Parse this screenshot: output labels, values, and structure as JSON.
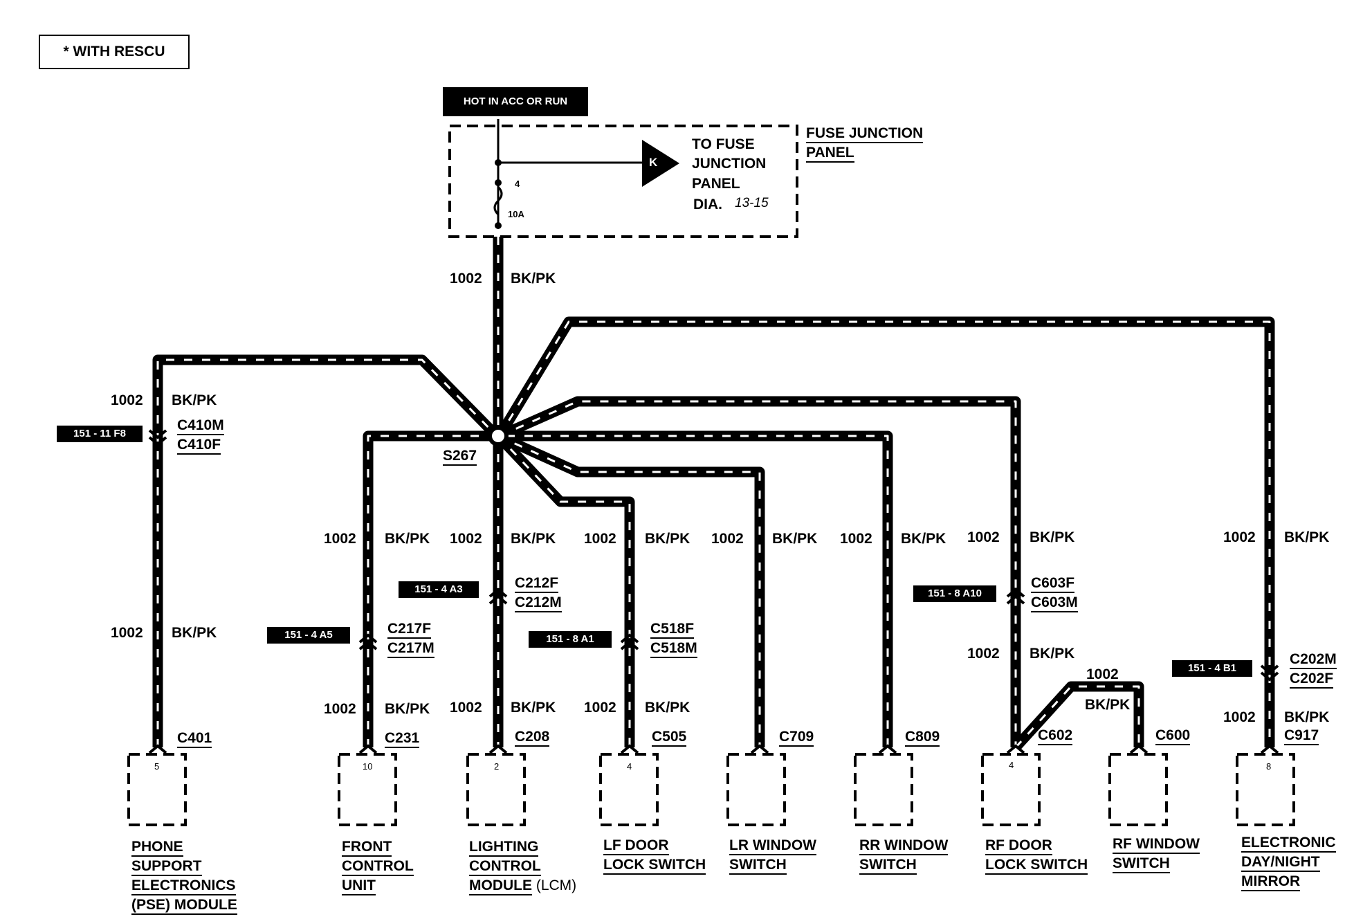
{
  "legend": "* WITH RESCU",
  "hot_label": "HOT IN ACC OR RUN",
  "fuse": {
    "number": "4",
    "rating": "10A"
  },
  "connector_k": "K",
  "to_fuse": {
    "line1": "TO FUSE",
    "line2": "JUNCTION",
    "line3": "PANEL",
    "dia": "DIA.",
    "dia_ref": "13-15"
  },
  "fuse_panel": {
    "line1": "FUSE JUNCTION",
    "line2": "PANEL"
  },
  "splice": "S267",
  "wire": {
    "circuit": "1002",
    "color": "BK/PK"
  },
  "connectors": {
    "c410m": "C410M",
    "c410f": "C410F",
    "c217f": "C217F",
    "c217m": "C217M",
    "c212f": "C212F",
    "c212m": "C212M",
    "c518f": "C518F",
    "c518m": "C518M",
    "c603f": "C603F",
    "c603m": "C603M",
    "c202m": "C202M",
    "c202f": "C202F",
    "c401": "C401",
    "c231": "C231",
    "c208": "C208",
    "c505": "C505",
    "c709": "C709",
    "c809": "C809",
    "c602": "C602",
    "c600": "C600",
    "c917": "C917"
  },
  "locators": {
    "l1": "151 - 11 F8",
    "l2": "151 - 4 A5",
    "l3": "151 - 4 A3",
    "l4": "151 - 8 A1",
    "l5": "151 - 8 A10",
    "l6": "151 - 4 B1"
  },
  "pins": {
    "pse": "5",
    "fcu": "10",
    "lcm": "2",
    "lf": "4",
    "rf": "4",
    "mirror": "8"
  },
  "components": {
    "pse": [
      "PHONE",
      "SUPPORT",
      "ELECTRONICS",
      "(PSE) MODULE"
    ],
    "fcu": [
      "FRONT",
      "CONTROL",
      "UNIT"
    ],
    "lcm": [
      "LIGHTING",
      "CONTROL",
      "MODULE"
    ],
    "lcm_suffix": "(LCM)",
    "lf": [
      "LF DOOR",
      "LOCK SWITCH"
    ],
    "lr": [
      "LR WINDOW",
      "SWITCH"
    ],
    "rr": [
      "RR WINDOW",
      "SWITCH"
    ],
    "rf": [
      "RF DOOR",
      "LOCK SWITCH"
    ],
    "rfw": [
      "RF WINDOW",
      "SWITCH"
    ],
    "mirror": [
      "ELECTRONIC",
      "DAY/NIGHT",
      "MIRROR"
    ]
  }
}
